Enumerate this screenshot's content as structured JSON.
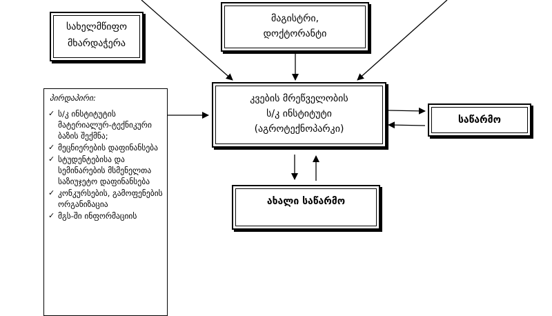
{
  "boxes": {
    "state_support": {
      "line1": "სახელმწიფო",
      "line2": "მხარდაჭერა"
    },
    "masters": {
      "line1": "მაგისტრი,",
      "line2": "დოქტორანტი"
    },
    "institute": {
      "line1": "კვების მრეწველობის",
      "line2": "ს/კ ინსტიტუტი",
      "line3": "(აგროტექნოპარკი)"
    },
    "production": {
      "label": "საწარმო"
    },
    "new_production": {
      "label": "ახალი საწარმო"
    }
  },
  "support_list": {
    "heading": "პირდაპირი:",
    "items": [
      {
        "text": "ს/კ ინსტიტუტის მატერიალურ-ტექნიკური ბაზის შექმნა;"
      },
      {
        "text": "მეცნიერების დაფინანსება"
      },
      {
        "text": "სტუდენტებისა და სემინარების მსმენელთა საზიუჯეტო დაფინანსება"
      },
      {
        "text": "კონკურსების, გამოფენების ორგანიზაცია"
      },
      {
        "text": "მგს-ში ინფორმაციის"
      }
    ],
    "check_icon": "check-icon"
  }
}
